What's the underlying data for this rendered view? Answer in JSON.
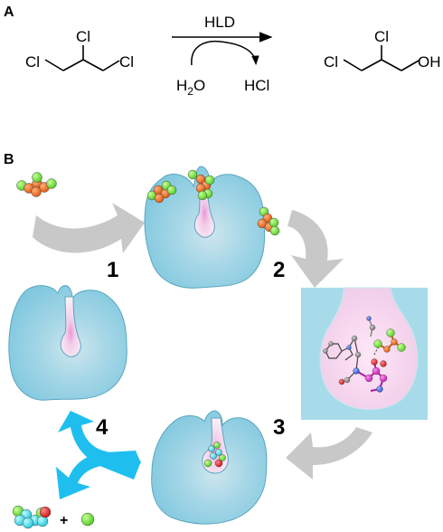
{
  "panel_a": {
    "label": "A",
    "reactant": {
      "cl_top": "Cl",
      "cl_left": "Cl",
      "cl_right": "Cl"
    },
    "enzyme": "HLD",
    "water": "H2O",
    "water_parts": {
      "h": "H",
      "sub": "2",
      "o": "O"
    },
    "byproduct": "HCl",
    "product": {
      "cl_top": "Cl",
      "cl_left": "Cl",
      "oh": "OH"
    }
  },
  "panel_b": {
    "label": "B",
    "steps": [
      "1",
      "2",
      "3",
      "4"
    ],
    "products": {
      "plus": "+"
    }
  },
  "colors": {
    "enzyme": "#8fd0e4",
    "enzyme_edge": "#5aa6c0",
    "pocket": "#f6dff0",
    "arrow_gray": "#c8c8c8",
    "arrow_blue": "#1ebfef",
    "chlorine": "#78e03c",
    "carbon": "#e8681e",
    "oxygen": "#e02020",
    "hydrogen": "#3fdde0"
  }
}
